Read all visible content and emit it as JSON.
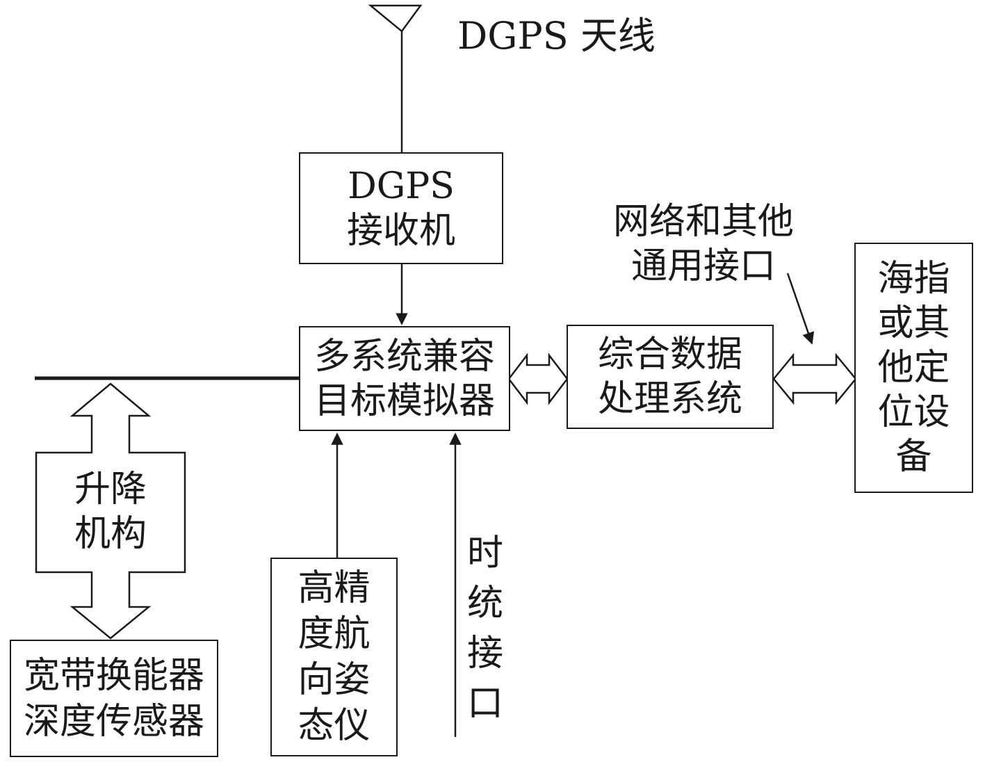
{
  "antenna_label": "DGPS 天线",
  "dgps_receiver": {
    "line1": "DGPS",
    "line2": "接收机"
  },
  "simulator": {
    "line1": "多系统兼容",
    "line2": "目标模拟器"
  },
  "data_processing": {
    "line1": "综合数据",
    "line2": "处理系统"
  },
  "network_interface": {
    "line1": "网络和其他",
    "line2": "通用接口"
  },
  "haizhi": {
    "lines": [
      "海指",
      "或其",
      "他定",
      "位设",
      "备"
    ]
  },
  "lift": {
    "line1": "升降",
    "line2": "机构"
  },
  "transducer": {
    "line1": "宽带换能器",
    "line2": "深度传感器"
  },
  "attitude": {
    "lines": [
      "高精",
      "度航",
      "向姿",
      "态仪"
    ]
  },
  "time_interface": {
    "lines": [
      "时",
      "统",
      "接",
      "口"
    ]
  }
}
